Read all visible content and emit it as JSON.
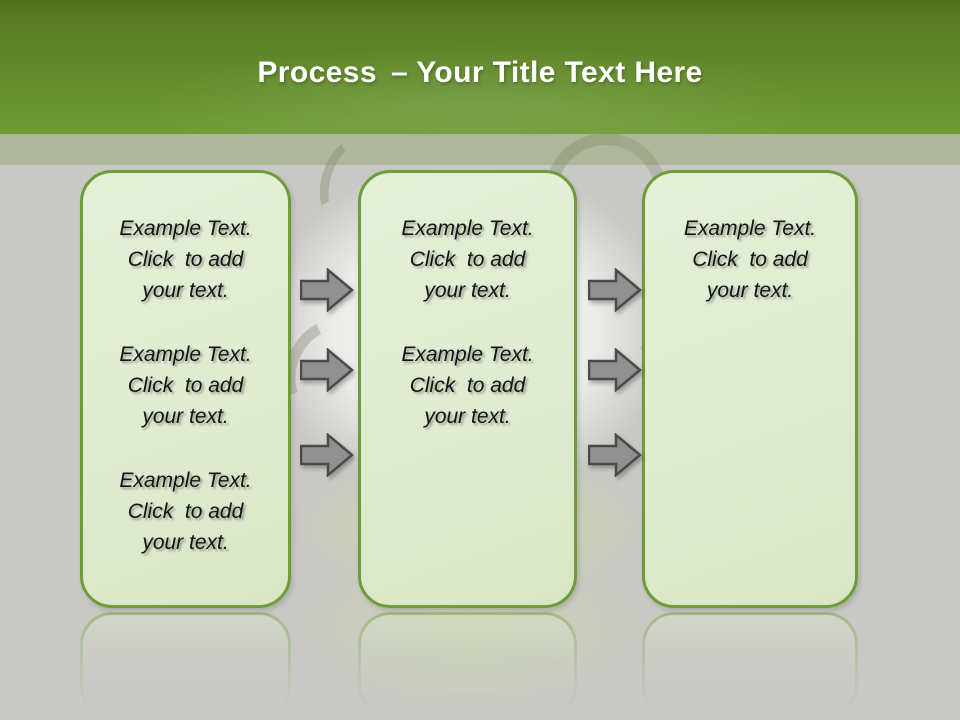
{
  "title": {
    "bold": "Process",
    "rest": "– Your Title Text Here"
  },
  "panels": [
    {
      "blocks": [
        "Example Text.\nClick  to add\nyour text.",
        "Example Text.\nClick  to add\nyour text.",
        "Example Text.\nClick  to add\nyour text."
      ]
    },
    {
      "blocks": [
        "Example Text.\nClick  to add\nyour text.",
        "Example Text.\nClick  to add\nyour text."
      ]
    },
    {
      "blocks": [
        "Example Text.\nClick  to add\nyour text."
      ]
    }
  ],
  "icons": {
    "flow_arrow": "right-arrow-icon",
    "watermark": "circular-cycle-arrows"
  },
  "colors": {
    "header_green_top": "#4f701c",
    "header_green_bottom": "#6f9c36",
    "band_green": "#b4bda6",
    "panel_fill": "#dfecd0",
    "panel_border": "#6f9b38",
    "arrow_fill": "#909090",
    "arrow_border": "#4a4a4a",
    "background_gray": "#c8c8c4",
    "title_text": "#ffffff",
    "body_text": "#141414"
  }
}
